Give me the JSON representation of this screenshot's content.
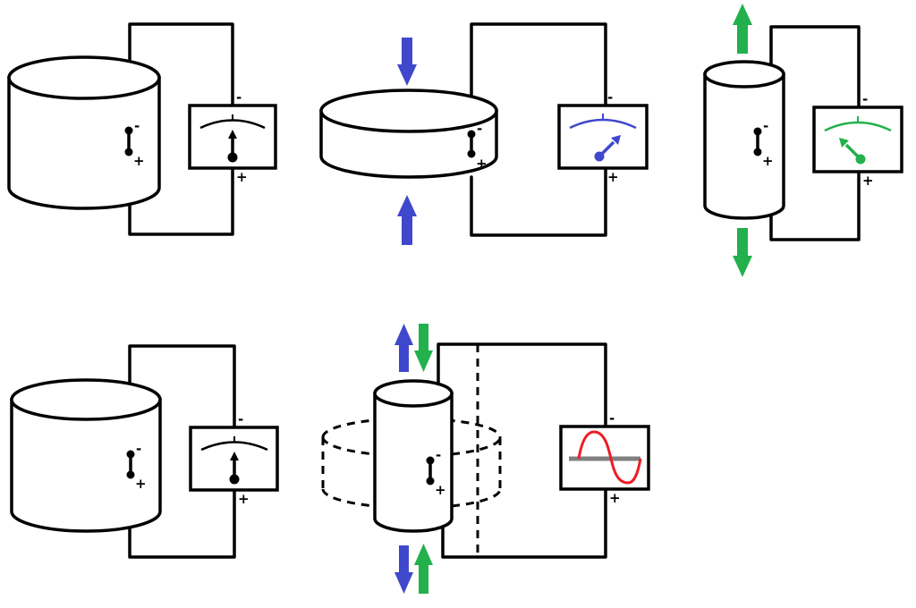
{
  "colors": {
    "line": "#000000",
    "compression": "#3f48cc",
    "tension": "#22b14c",
    "signal": "#ed1c24",
    "baseline": "#808080"
  },
  "symbols": {
    "minus": "-",
    "plus": "+"
  },
  "panels": [
    {
      "id": "rest",
      "force": "none",
      "meter_color": "#000000",
      "needle": "center"
    },
    {
      "id": "compressed",
      "force": "compression",
      "meter_color": "#3f48cc",
      "needle": "right"
    },
    {
      "id": "stretched",
      "force": "tension",
      "meter_color": "#22b14c",
      "needle": "left"
    },
    {
      "id": "rest-2",
      "force": "none",
      "meter_color": "#000000",
      "needle": "center"
    },
    {
      "id": "oscillating",
      "force": "compression-and-tension",
      "display": "sine-wave"
    }
  ]
}
